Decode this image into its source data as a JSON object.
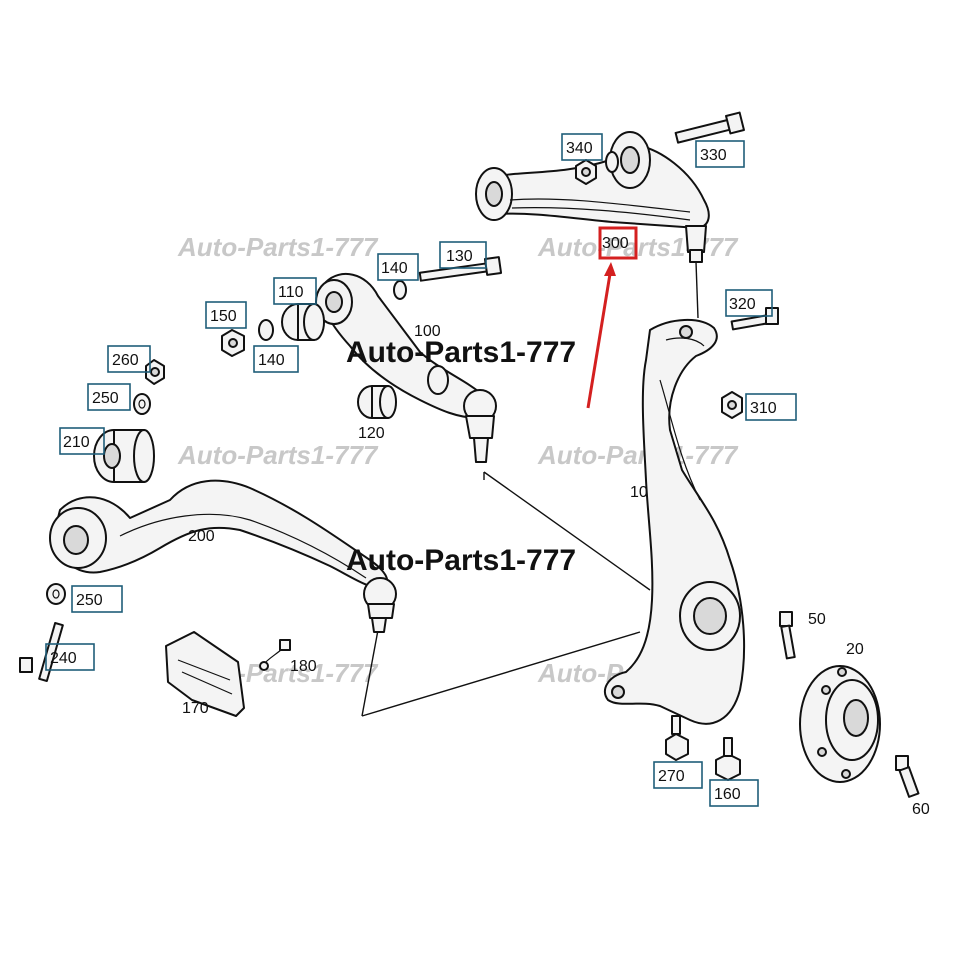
{
  "watermark_text": "Auto-Parts1-777",
  "highlight_color": "#d42020",
  "box_color": "#1f5e7a",
  "labels": {
    "l10": "10",
    "l20": "20",
    "l50": "50",
    "l60": "60",
    "l100": "100",
    "l110": "110",
    "l120": "120",
    "l130": "130",
    "l140a": "140",
    "l140b": "140",
    "l150": "150",
    "l160": "160",
    "l170": "170",
    "l180": "180",
    "l200": "200",
    "l210": "210",
    "l240": "240",
    "l250a": "250",
    "l250b": "250",
    "l260": "260",
    "l270": "270",
    "l300": "300",
    "l310": "310",
    "l320": "320",
    "l330": "330",
    "l340": "340"
  }
}
